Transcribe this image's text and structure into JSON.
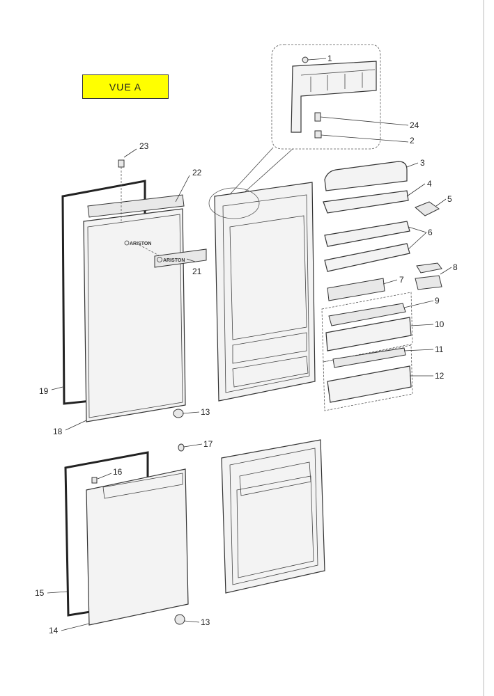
{
  "view_label": "VUE A",
  "view_label_color": "#ffff00",
  "brand_text": "ARISTON",
  "part_numbers": {
    "p1": "1",
    "p2": "2",
    "p3": "3",
    "p4": "4",
    "p5": "5",
    "p6": "6",
    "p7": "7",
    "p8": "8",
    "p9": "9",
    "p10": "10",
    "p11": "11",
    "p12": "12",
    "p13a": "13",
    "p13b": "13",
    "p14": "14",
    "p15": "15",
    "p16": "16",
    "p17": "17",
    "p18": "18",
    "p19": "19",
    "p21": "21",
    "p22": "22",
    "p23": "23",
    "p24": "24"
  }
}
